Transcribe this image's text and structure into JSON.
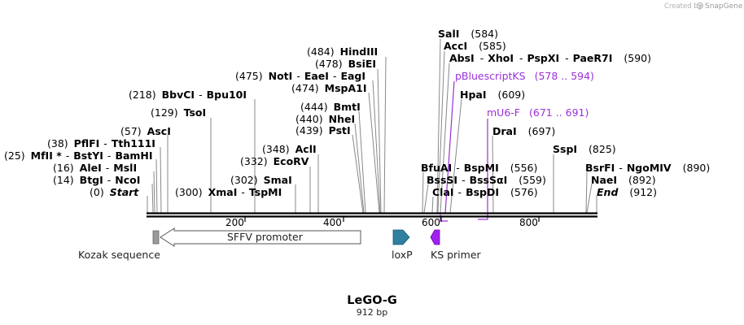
{
  "credit": {
    "text": "Created by",
    "brand": "SnapGene"
  },
  "plasmid": {
    "name": "LeGO-G",
    "size": "912 bp"
  },
  "ticks": [
    "200",
    "400",
    "600",
    "800"
  ],
  "sites": [
    {
      "id": "start",
      "pos": "(0)",
      "name": "Start",
      "italic": true
    },
    {
      "id": "btgi",
      "pos": "(14)",
      "names": [
        "BtgI",
        "NcoI"
      ]
    },
    {
      "id": "alei",
      "pos": "(16)",
      "names": [
        "AleI",
        "MslI"
      ]
    },
    {
      "id": "mfli",
      "pos": "(25)",
      "names": [
        "MfII *",
        "BstYI",
        "BamHI"
      ]
    },
    {
      "id": "pflfi",
      "pos": "(38)",
      "names": [
        "PflFI",
        "Tth111I"
      ]
    },
    {
      "id": "asci",
      "pos": "(57)",
      "names": [
        "AscI"
      ]
    },
    {
      "id": "tsoi",
      "pos": "(129)",
      "names": [
        "TsoI"
      ]
    },
    {
      "id": "bbvci",
      "pos": "(218)",
      "names": [
        "BbvCI",
        "Bpu10I"
      ]
    },
    {
      "id": "xmai",
      "pos": "(300)",
      "names": [
        "XmaI",
        "TspMI"
      ]
    },
    {
      "id": "smai",
      "pos": "(302)",
      "names": [
        "SmaI"
      ]
    },
    {
      "id": "ecorv",
      "pos": "(332)",
      "names": [
        "EcoRV"
      ]
    },
    {
      "id": "acli",
      "pos": "(348)",
      "names": [
        "AclI"
      ]
    },
    {
      "id": "psti",
      "pos": "(439)",
      "names": [
        "PstI"
      ]
    },
    {
      "id": "nhei",
      "pos": "(440)",
      "names": [
        "NheI"
      ]
    },
    {
      "id": "bmti",
      "pos": "(444)",
      "names": [
        "BmtI"
      ]
    },
    {
      "id": "mspa1i",
      "pos": "(474)",
      "names": [
        "MspA1I"
      ]
    },
    {
      "id": "noti",
      "pos": "(475)",
      "names": [
        "NotI",
        "EaeI",
        "EagI"
      ]
    },
    {
      "id": "bsiei",
      "pos": "(478)",
      "names": [
        "BsiEI"
      ]
    },
    {
      "id": "hindiii",
      "pos": "(484)",
      "names": [
        "HindIII"
      ]
    },
    {
      "id": "sali",
      "pos": "(584)",
      "names": [
        "SalI"
      ]
    },
    {
      "id": "acci",
      "pos": "(585)",
      "names": [
        "AccI"
      ]
    },
    {
      "id": "absi",
      "pos": "(590)",
      "names": [
        "AbsI",
        "XhoI",
        "PspXI",
        "PaeR7I"
      ]
    },
    {
      "id": "hpai",
      "pos": "(609)",
      "names": [
        "HpaI"
      ]
    },
    {
      "id": "drai",
      "pos": "(697)",
      "names": [
        "DraI"
      ]
    },
    {
      "id": "sspi",
      "pos": "(825)",
      "names": [
        "SspI"
      ]
    },
    {
      "id": "bfuai",
      "pos": "(556)",
      "names": [
        "BfuAI",
        "BspMI"
      ]
    },
    {
      "id": "bsssi",
      "pos": "(559)",
      "names": [
        "BssSI",
        "BssSαI"
      ]
    },
    {
      "id": "clai",
      "pos": "(576)",
      "names": [
        "ClaI",
        "BspDI"
      ]
    },
    {
      "id": "bsrfi",
      "pos": "(890)",
      "names": [
        "BsrFI",
        "NgoMIV"
      ]
    },
    {
      "id": "naei",
      "pos": "(892)",
      "names": [
        "NaeI"
      ]
    },
    {
      "id": "end",
      "pos": "(912)",
      "name": "End",
      "italic": true
    }
  ],
  "primers": [
    {
      "name": "pBluescriptKS",
      "range": "(578 .. 594)"
    },
    {
      "name": "mU6-F",
      "range": "(671 .. 691)"
    }
  ],
  "features": [
    {
      "name": "Kozak sequence"
    },
    {
      "name": "SFFV promoter"
    },
    {
      "name": "loxP"
    },
    {
      "name": "KS primer"
    }
  ],
  "colors": {
    "primer": "#9b30d9",
    "loxp": "#2e7fa0",
    "ks": "#a020f0",
    "kozak": "#9a9a9a"
  }
}
